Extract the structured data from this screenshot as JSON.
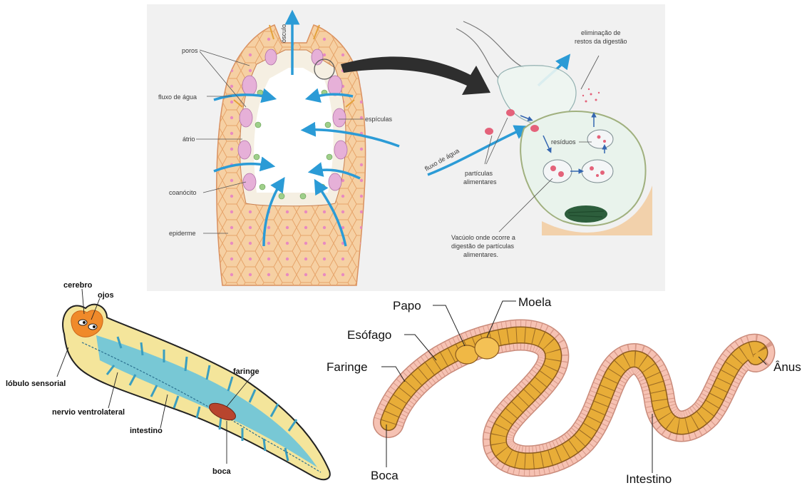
{
  "sponge": {
    "labels": {
      "poros": "poros",
      "osculo": "ósculo",
      "fluxo_agua_left": "fluxo de água",
      "espiculas": "espículas",
      "atrio": "átrio",
      "coanocito": "coanócito",
      "epiderme": "epiderme",
      "eliminacao_1": "eliminação de",
      "eliminacao_2": "restos da digestão",
      "fluxo_agua_right": "fluxo de água",
      "residuos": "resíduos",
      "particulas_1": "partículas",
      "particulas_2": "alimentares",
      "vacuolo_1": "Vacúolo onde ocorre a",
      "vacuolo_2": "digestão de partículas",
      "vacuolo_3": "alimentares."
    },
    "colors": {
      "panel": "#f1f1f1",
      "body": "#f6d0a3",
      "flow": "#2b9bd6",
      "cell": "#e6b0d8"
    }
  },
  "planarian": {
    "labels": {
      "cerebro": "cerebro",
      "ojos": "ojos",
      "lobulo": "lóbulo sensorial",
      "nervio": "nervio ventrolateral",
      "intestino": "intestino",
      "faringe": "faringe",
      "boca": "boca"
    },
    "colors": {
      "body": "#f4e59b",
      "gut": "#62c3df",
      "brain": "#f08a2a",
      "pharynx": "#b8452e"
    }
  },
  "earthworm": {
    "labels": {
      "papo": "Papo",
      "moela": "Moela",
      "esofago": "Esófago",
      "faringe": "Faringe",
      "anus": "Ânus",
      "boca": "Boca",
      "intestino": "Intestino"
    },
    "colors": {
      "body": "#f6c2b3",
      "gut": "#e8ad38",
      "outline": "#c98a7a"
    }
  }
}
